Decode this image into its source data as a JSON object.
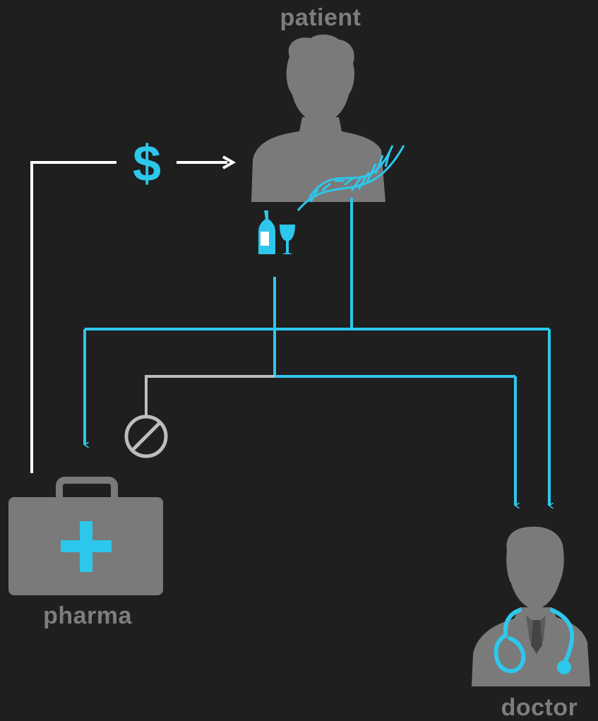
{
  "nodes": {
    "patient": {
      "label": "patient"
    },
    "pharma": {
      "label": "pharma"
    },
    "doctor": {
      "label": "doctor"
    }
  },
  "icons": {
    "money": "dollar-sign-icon",
    "genome": "dna-helix-icon",
    "lifestyle": "wine-bottle-glass-icon",
    "blocked": "no-entry-icon",
    "pharma": "medical-kit-icon",
    "doctor": "doctor-stethoscope-icon"
  },
  "money_symbol": "$",
  "edges": [
    {
      "from": "pharma",
      "to": "patient",
      "kind": "payment"
    },
    {
      "from": "patient-genome",
      "to": "pharma",
      "kind": "data-flow"
    },
    {
      "from": "patient-genome",
      "to": "doctor",
      "kind": "data-flow"
    },
    {
      "from": "patient-lifestyle",
      "to": "doctor",
      "kind": "data-flow"
    },
    {
      "from": "patient-lifestyle",
      "to": "blocked",
      "kind": "blocked"
    }
  ],
  "colors": {
    "background": "#1f1f1f",
    "figure": "#7a7a7a",
    "accent": "#2ec7ec",
    "payment": "#ffffff",
    "blocked": "#bdbdbd",
    "label": "#7d7d7d"
  }
}
